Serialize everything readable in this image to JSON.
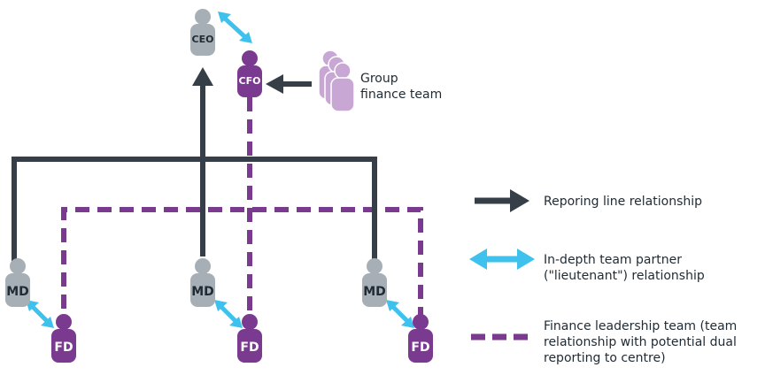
{
  "colors": {
    "reporting_line": "#363f47",
    "partner_arrow": "#3ec1ec",
    "finance_dashed": "#7a3a8f",
    "grey_person": "#a7afb6",
    "purple_person": "#7a3a8f",
    "team_person": "#c8a7d5"
  },
  "nodes": {
    "ceo": "CEO",
    "cfo": "CFO",
    "md": "MD",
    "fd": "FD"
  },
  "group_finance_label": [
    "Group",
    "finance team"
  ],
  "legend": {
    "reporting": "Reporing line relationship",
    "partner": [
      "In-depth team partner",
      "(\"lieutenant\") relationship"
    ],
    "finance": [
      "Finance leadership team (team",
      "relationship with potential dual",
      "reporting to centre)"
    ]
  }
}
